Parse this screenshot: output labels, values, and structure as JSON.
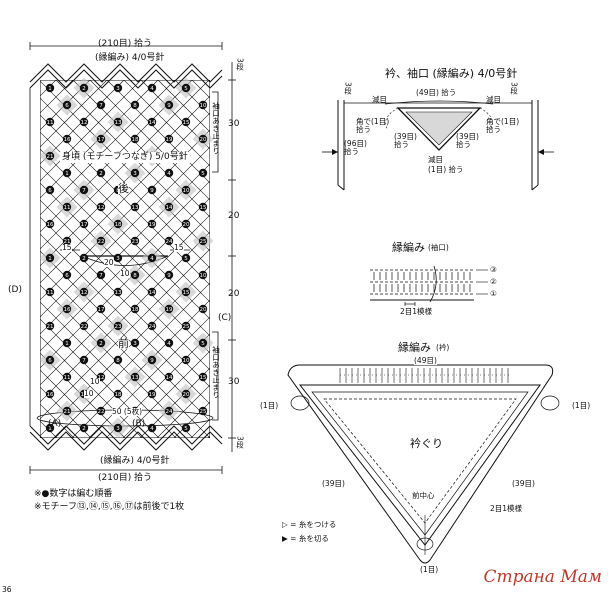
{
  "left_panel": {
    "top_count": "(210目) 拾う",
    "top_band": "(縁編み) 4/0号針",
    "body_title": "身頃 (モチーフつなぎ) 5/0号針",
    "back": "後",
    "front": "前",
    "left_side": "(D)",
    "right_side": "(C)",
    "left_corner": "(A)",
    "right_corner": "(B)",
    "bottom_band": "(縁編み) 4/0号針",
    "bottom_count": "(210目) 拾う",
    "motif_count": "50 (5枚)",
    "seam_label_1": "袖口あき止まり",
    "seam_label_2": "袖口あき止まり",
    "dims": [
      "3段",
      "30",
      "20",
      "20",
      "30",
      "3段"
    ],
    "neck_left": "15",
    "neck_right": "15",
    "neck_mid": "20",
    "neck_sub": "10",
    "small_10a": "10",
    "small_10b": "10",
    "motif_numbers": [
      "1",
      "2",
      "3",
      "4",
      "5",
      "6",
      "7",
      "8",
      "9",
      "10",
      "11",
      "12",
      "13",
      "14",
      "15",
      "16",
      "17",
      "18",
      "19",
      "20",
      "21",
      "22",
      "23",
      "24",
      "25"
    ]
  },
  "top_right": {
    "title": "衿、袖口 (縁編み) 4/0号針",
    "top_count": "(49目) 拾う",
    "dec_left": "減目",
    "dec_right": "減目",
    "dec_bottom": "減目",
    "corner_left": "角で(1目)拾う",
    "corner_right": "角で(1目)拾う",
    "side_left": "(39目)拾う",
    "side_right": "(39目)拾う",
    "bottom_pick": "(1目) 拾う",
    "sleeve_count": "(96目)拾う",
    "rows_left": "3段",
    "rows_right": "3段"
  },
  "mid_right": {
    "title": "縁編み",
    "sub": "(袖口)",
    "rows": [
      "③",
      "②",
      "①"
    ],
    "repeat": "2目1模様"
  },
  "bottom_right": {
    "title": "縁編み",
    "sub": "(衿)",
    "top_count": "(49目)",
    "left_one": "(1目)",
    "right_one": "(1目)",
    "left_39": "(39目)",
    "right_39": "(39目)",
    "center": "衿ぐり",
    "front_center": "前中心",
    "repeat": "2目1模様",
    "bottom_one": "(1目)"
  },
  "notes": {
    "note1": "※●数字は編む順番",
    "note2": "※モチーフ⑬,⑭,⑮,⑯,⑰は前後で1枚",
    "legend1": "▷ = 糸をつける",
    "legend2": "▶ = 糸を切る"
  },
  "page_number": "36",
  "watermark": "Страна Мам",
  "colors": {
    "ink": "#111111",
    "shade": "#bfbfbf",
    "brand": "#c0392b"
  }
}
